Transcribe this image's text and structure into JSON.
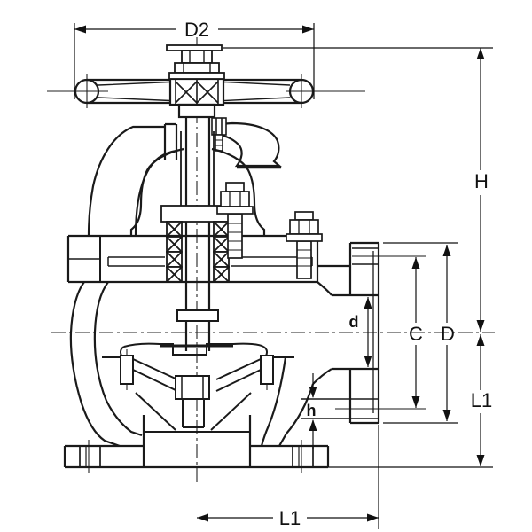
{
  "drawing": {
    "labels": {
      "handwheel_diameter": "D2",
      "height": "H",
      "bolt_circle": "C",
      "flange_od": "D",
      "bore": "d",
      "bolt_hole": "h",
      "l1_vertical": "L1",
      "l1_horizontal": "L1"
    },
    "colors": {
      "line": "#1a1a1a",
      "dimension": "#111111",
      "background": "#ffffff"
    }
  }
}
